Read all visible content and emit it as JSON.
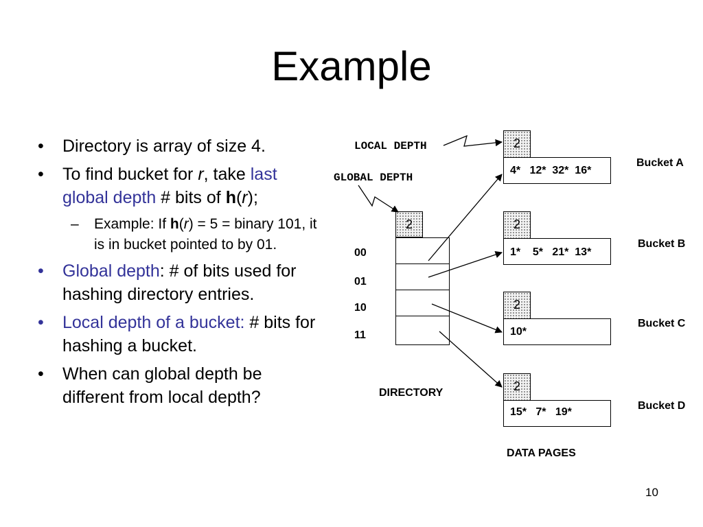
{
  "title": "Example",
  "bullets": {
    "b1": "Directory is array of size 4.",
    "b2_a": "To find bucket for ",
    "b2_r": "r",
    "b2_b": ", take ",
    "b2_accent": "last global depth",
    "b2_c": " # bits of ",
    "b2_h": "h",
    "b2_d": "(",
    "b2_r2": "r",
    "b2_e": ");",
    "sub_a": "Example: If ",
    "sub_h": "h",
    "sub_b": "(",
    "sub_r": "r",
    "sub_c": ") = 5 = binary 101,  it is in bucket pointed to by 01.",
    "b3_accent": "Global depth",
    "b3_rest": ": # of bits used for hashing directory entries.",
    "b4_accent": "Local depth of a bucket:",
    "b4_rest": " # bits for hashing a bucket.",
    "b5": "When can global depth be different from local depth?"
  },
  "bullet_symbol": "•",
  "dash_symbol": "–",
  "diagram": {
    "local_depth_label": "LOCAL DEPTH",
    "global_depth_label": "GLOBAL DEPTH",
    "global_depth_value": "2",
    "directory_label": "DIRECTORY",
    "data_pages_label": "DATA PAGES",
    "directory_entries": [
      "00",
      "01",
      "10",
      "11"
    ],
    "buckets": [
      {
        "name": "Bucket A",
        "local_depth": "2",
        "entries": "4*   12*  32*  16*"
      },
      {
        "name": "Bucket B",
        "local_depth": "2",
        "entries": "1*    5*   21*  13*"
      },
      {
        "name": "Bucket C",
        "local_depth": "2",
        "entries": "10*"
      },
      {
        "name": "Bucket D",
        "local_depth": "2",
        "entries": "15*   7*   19*"
      }
    ]
  },
  "page_number": "10",
  "colors": {
    "accent": "#333399",
    "depth_fill": "#f3f3f3"
  }
}
